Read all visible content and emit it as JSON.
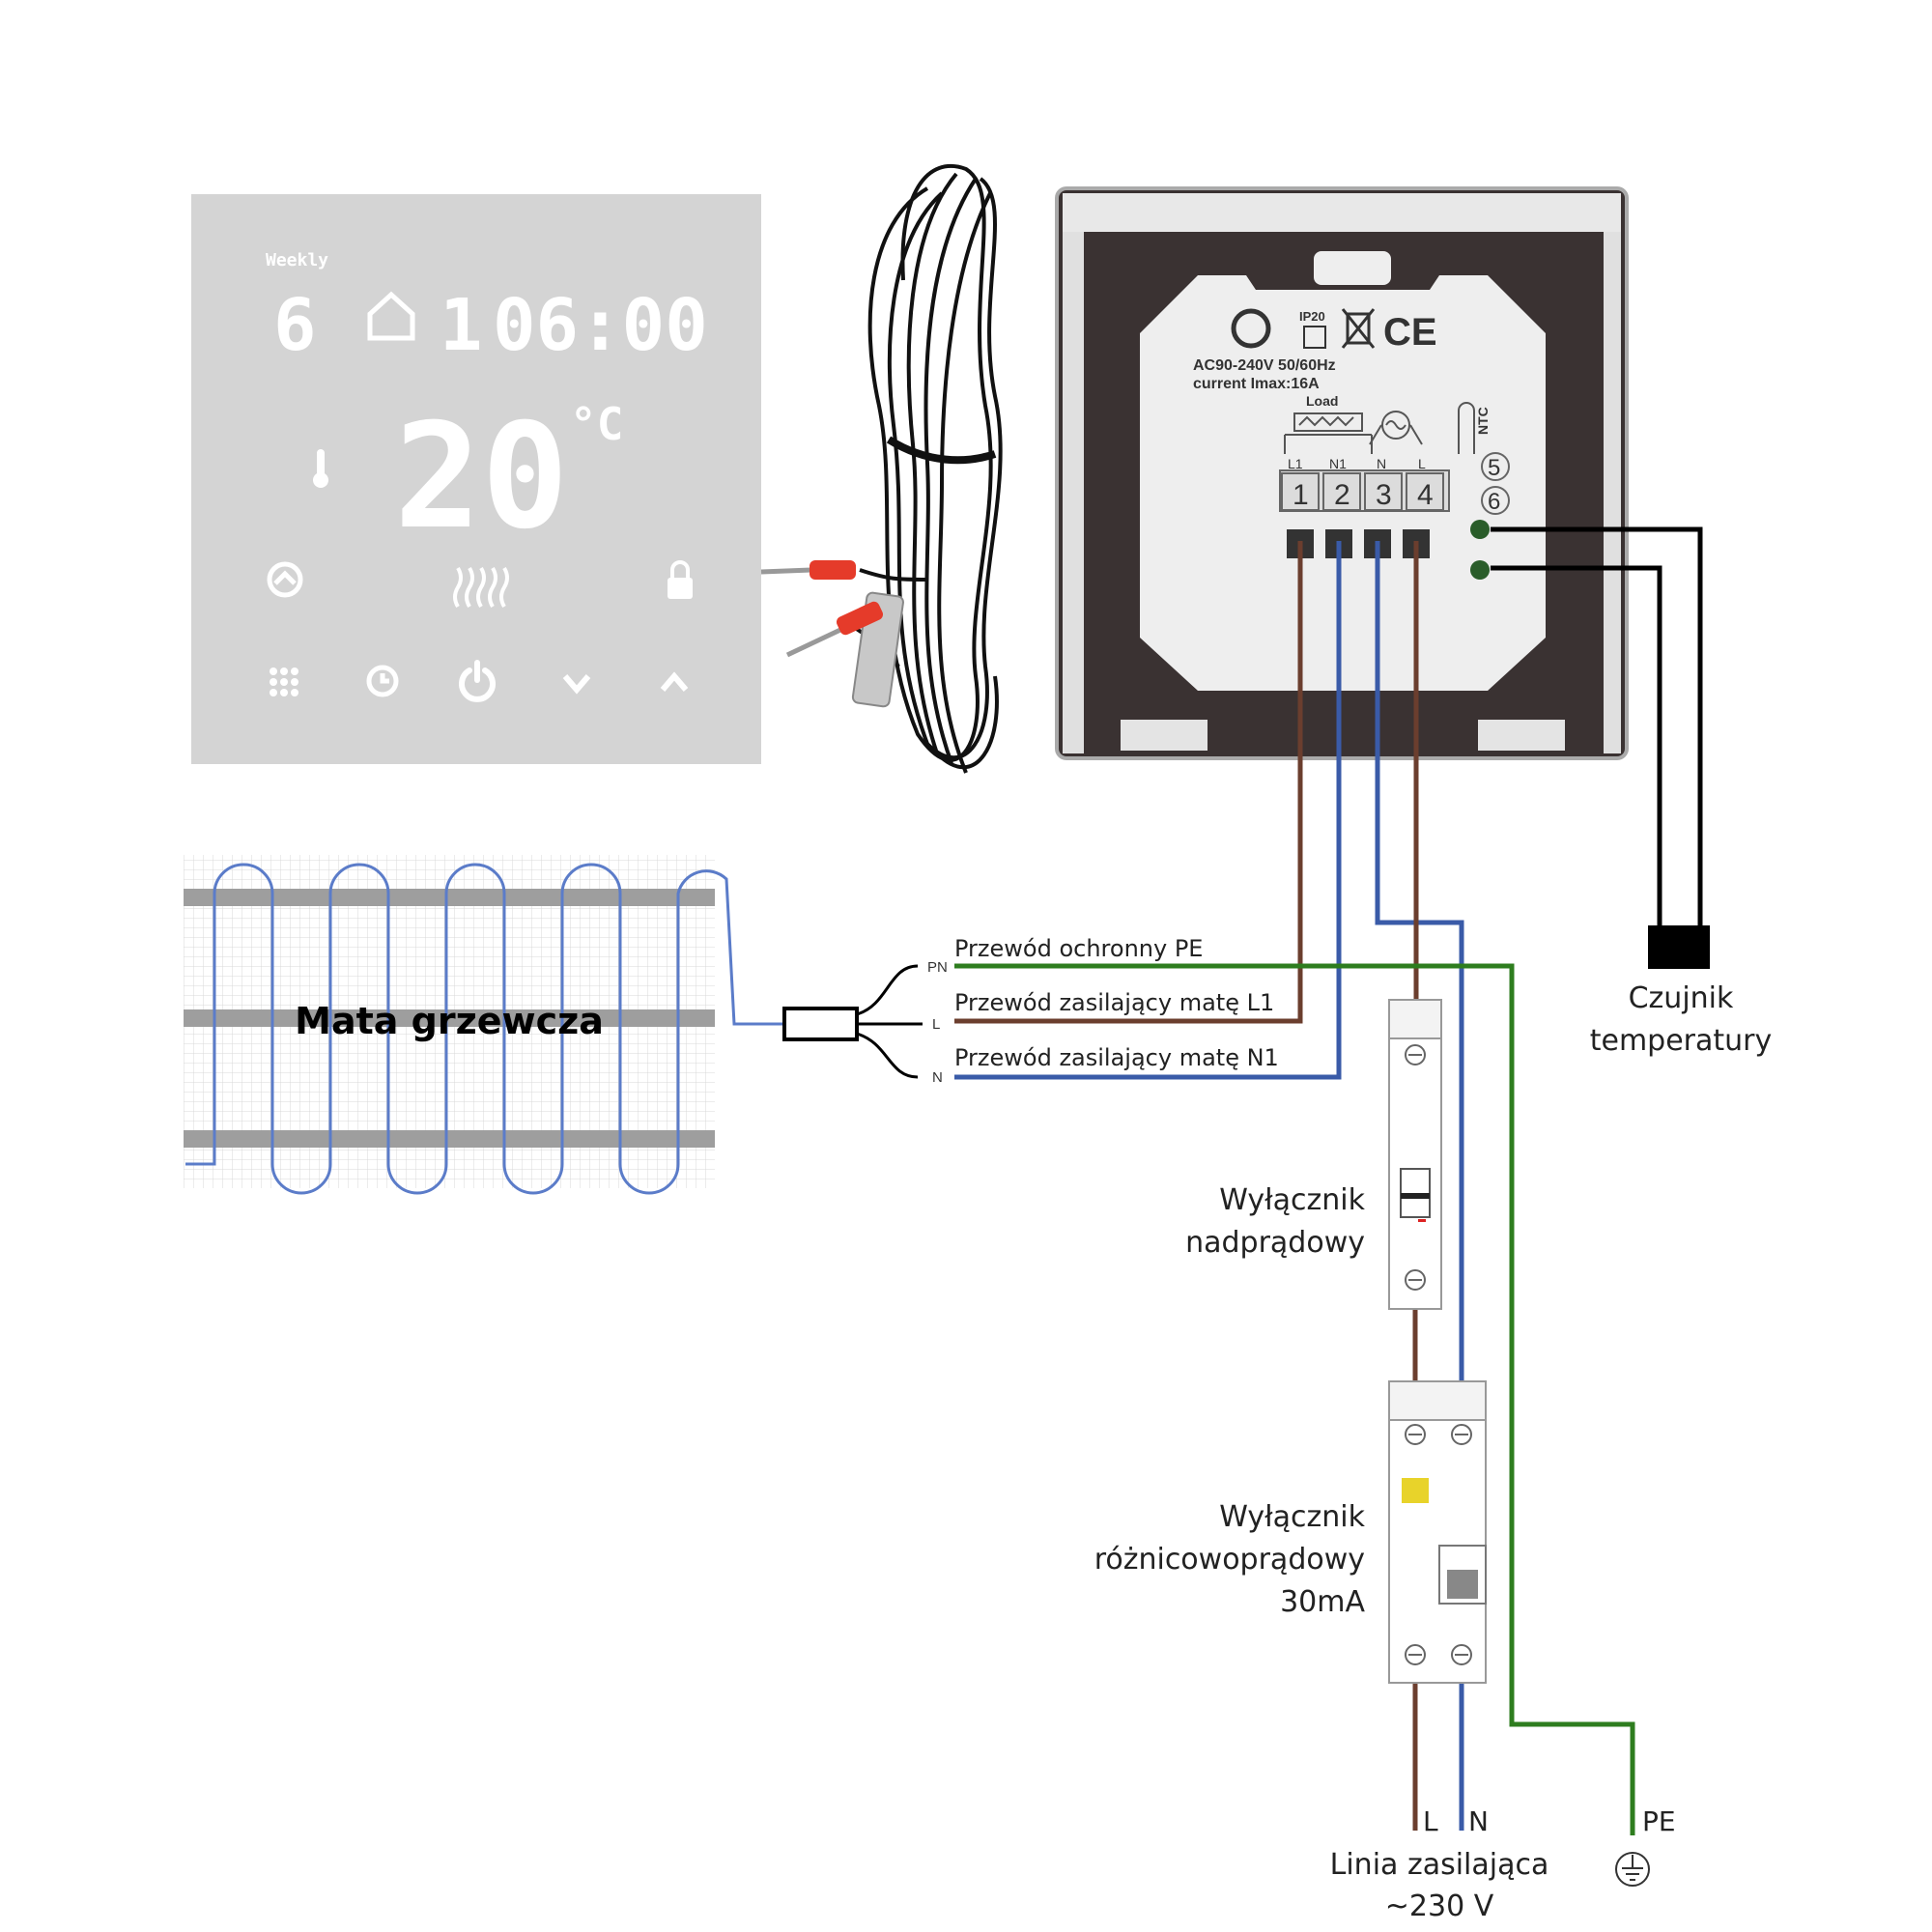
{
  "thermostat": {
    "mode": "Weekly",
    "day": "6",
    "program": "1",
    "time": "06:00",
    "temperature": "20",
    "unit": "°C"
  },
  "back_panel": {
    "ip_rating": "IP20",
    "ce_mark": "CE",
    "voltage": "AC90-240V 50/60Hz",
    "current": "current Imax:16A",
    "load_label": "Load",
    "ntc_label": "NTC",
    "terminals": [
      {
        "num": "1",
        "name": "L1"
      },
      {
        "num": "2",
        "name": "N1"
      },
      {
        "num": "3",
        "name": "N"
      },
      {
        "num": "4",
        "name": "L"
      }
    ],
    "sensor_terminals": [
      "5",
      "6"
    ]
  },
  "mat": {
    "label": "Mata grzewcza",
    "lead_labels": [
      "PN",
      "L",
      "N"
    ]
  },
  "wires": {
    "pe": "Przewód ochronny PE",
    "l1": "Przewód zasilający matę L1",
    "n1": "Przewód zasilający matę N1"
  },
  "sensor": {
    "line1": "Czujnik",
    "line2": "temperatury"
  },
  "mcb": {
    "line1": "Wyłącznik",
    "line2": "nadprądowy"
  },
  "rcd": {
    "line1": "Wyłącznik",
    "line2": "różnicowoprądowy",
    "line3": "30mA"
  },
  "supply": {
    "l": "L",
    "n": "N",
    "pe": "PE",
    "line1": "Linia zasilająca",
    "line2": "~230 V"
  },
  "colors": {
    "brown": "#6b3e2e",
    "blue": "#3a5ba8",
    "green": "#2e7d1f",
    "black": "#000000",
    "heat_wire": "#5b7cc9"
  },
  "icons": [
    "house-icon",
    "thermometer-icon",
    "mode-icon",
    "heating-icon",
    "lock-icon",
    "menu-icon",
    "clock-icon",
    "power-icon",
    "down-icon",
    "up-icon",
    "ground-icon"
  ]
}
